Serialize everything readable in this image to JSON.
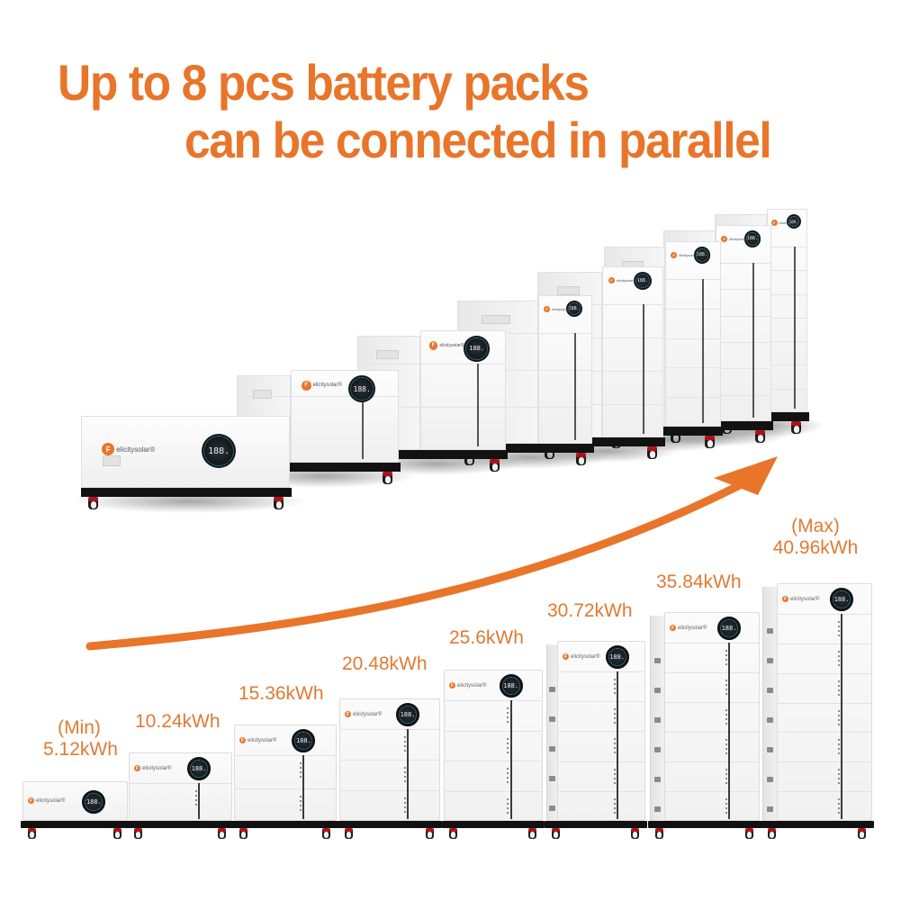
{
  "headline": {
    "line1": "Up to 8 pcs battery packs",
    "line2": "can be connected in parallel",
    "color": "#E8752A"
  },
  "brand": {
    "logo_letter": "F",
    "logo_text": "elicitysolar®",
    "display_readout": "188."
  },
  "arrow": {
    "icon": "growth-arrow-icon",
    "color": "#E8752A"
  },
  "configurations": [
    {
      "packs": 1,
      "prefix": "(Min)",
      "capacity": "5.12kWh"
    },
    {
      "packs": 2,
      "prefix": "",
      "capacity": "10.24kWh"
    },
    {
      "packs": 3,
      "prefix": "",
      "capacity": "15.36kWh"
    },
    {
      "packs": 4,
      "prefix": "",
      "capacity": "20.48kWh"
    },
    {
      "packs": 5,
      "prefix": "",
      "capacity": "25.6kWh"
    },
    {
      "packs": 6,
      "prefix": "",
      "capacity": "30.72kWh"
    },
    {
      "packs": 7,
      "prefix": "",
      "capacity": "35.84kWh"
    },
    {
      "packs": 8,
      "prefix": "(Max)",
      "capacity": "40.96kWh"
    }
  ]
}
